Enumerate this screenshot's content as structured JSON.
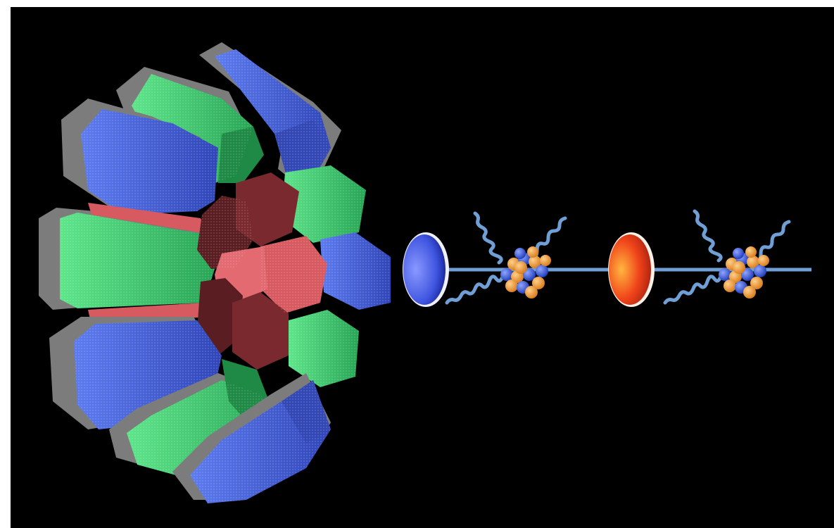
{
  "figure": {
    "background": "#000000",
    "page_background": "#ffffff",
    "elements": [
      "germanium-detector-array",
      "blue-projectile-ellipse",
      "beam-line",
      "excited-nucleus",
      "gamma-ray-wavy-lines",
      "red-projectile-ellipse"
    ]
  },
  "colors": {
    "detector_blue": "#4a63d6",
    "detector_green": "#3fcf6f",
    "detector_red": "#d75a61",
    "detector_cap": "#7c7c7c",
    "beam": "#6f9fd4",
    "nucleon_orange": "#ee9633",
    "nucleon_blue": "#2f4fd1",
    "ellipse_blue": "#4a5de0",
    "ellipse_red": "#ec4a1a"
  }
}
